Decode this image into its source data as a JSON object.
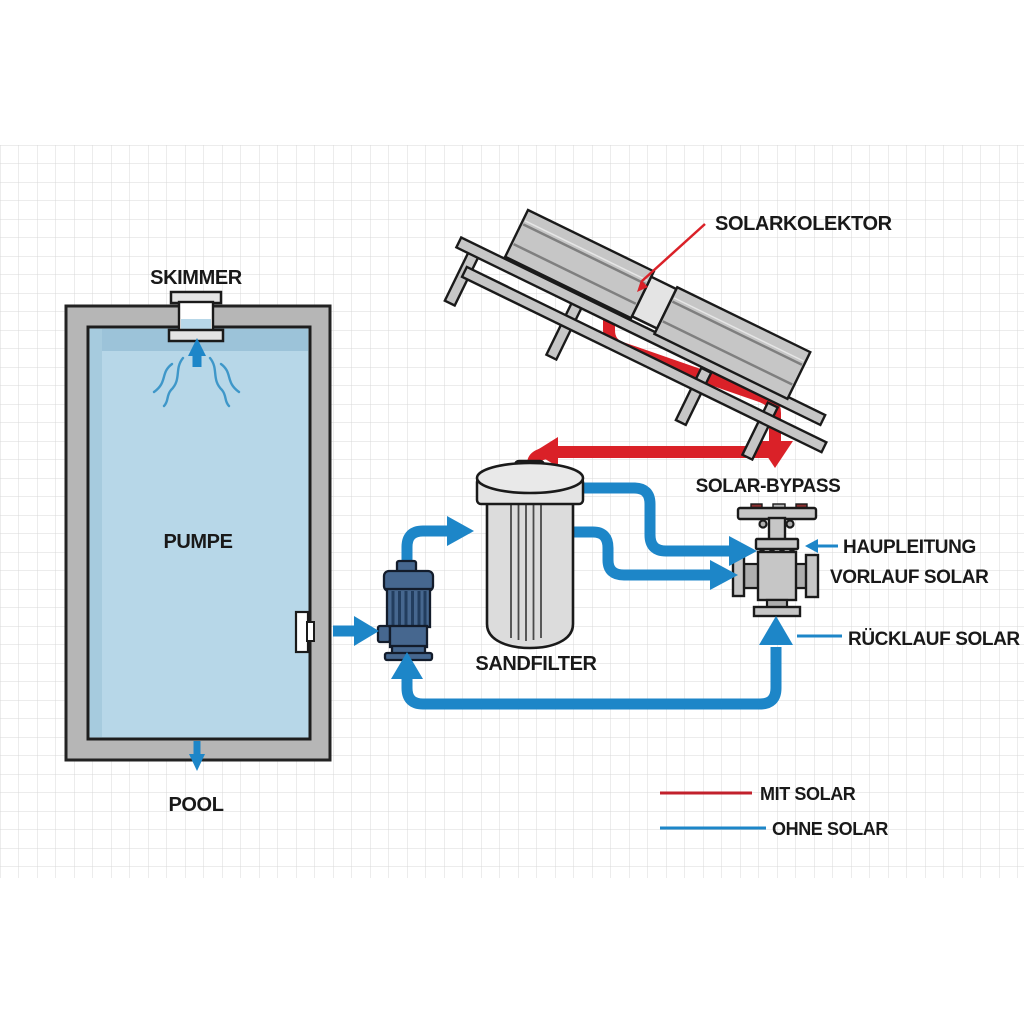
{
  "diagram": {
    "labels": {
      "solar_collector": "SOLARKOLEKTOR",
      "skimmer": "SKIMMER",
      "pump": "PUMPE",
      "pool": "POOL",
      "sand_filter": "SANDFILTER",
      "solar_bypass": "SOLAR-BYPASS",
      "main_line": "HAUPLEITUNG",
      "solar_flow": "VORLAUF SOLAR",
      "solar_return": "RÜCKLAUF SOLAR"
    },
    "legend": {
      "items": [
        {
          "label": "MIT SOLAR",
          "color": "#c2202c"
        },
        {
          "label": "OHNE SOLAR",
          "color": "#1d86c8"
        }
      ]
    },
    "colors": {
      "pipe_blue": "#1d86c8",
      "pipe_red": "#da2128",
      "pump_blue": "#46678f",
      "equipment_gray": "#c6c6c6",
      "equipment_light": "#e4e4e4",
      "pool_frame": "#b6b6b6",
      "pool_water": "#b7d7e8",
      "pool_water_dark": "#9cc3d9",
      "grid_line": "#d8d8d8",
      "text": "#191919"
    }
  }
}
